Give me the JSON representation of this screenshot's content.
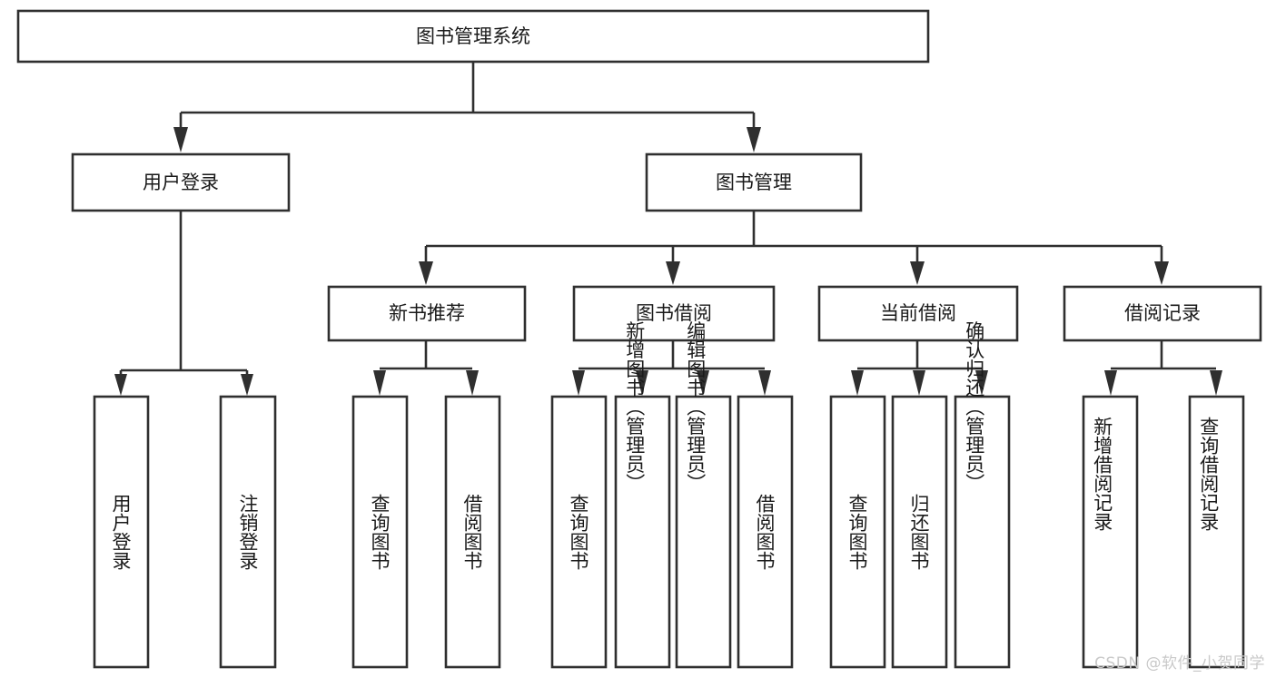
{
  "diagram": {
    "type": "tree",
    "title": "图书管理系统",
    "orientation": "top-down",
    "root": {
      "id": "root",
      "label": "图书管理系统"
    },
    "level2": [
      {
        "id": "user-login",
        "label": "用户登录"
      },
      {
        "id": "book-manage",
        "label": "图书管理"
      }
    ],
    "level3": [
      {
        "id": "new-book-recommend",
        "label": "新书推荐",
        "parent": "book-manage"
      },
      {
        "id": "book-borrow",
        "label": "图书借阅",
        "parent": "book-manage"
      },
      {
        "id": "current-borrow",
        "label": "当前借阅",
        "parent": "book-manage"
      },
      {
        "id": "borrow-record",
        "label": "借阅记录",
        "parent": "book-manage"
      }
    ],
    "leaves": [
      {
        "id": "leaf-user-login",
        "label": "用户登录",
        "parent": "user-login"
      },
      {
        "id": "leaf-user-logout",
        "label": "注销登录",
        "parent": "user-login"
      },
      {
        "id": "leaf-query-book-1",
        "label": "查询图书",
        "parent": "new-book-recommend"
      },
      {
        "id": "leaf-borrow-book-1",
        "label": "借阅图书",
        "parent": "new-book-recommend"
      },
      {
        "id": "leaf-query-book-2",
        "label": "查询图书",
        "parent": "book-borrow"
      },
      {
        "id": "leaf-add-book",
        "label": "新增图书（管理员）",
        "parent": "book-borrow"
      },
      {
        "id": "leaf-edit-book",
        "label": "编辑图书（管理员）",
        "parent": "book-borrow"
      },
      {
        "id": "leaf-borrow-book-2",
        "label": "借阅图书",
        "parent": "book-borrow"
      },
      {
        "id": "leaf-query-book-3",
        "label": "查询图书",
        "parent": "current-borrow"
      },
      {
        "id": "leaf-return-book",
        "label": "归还图书",
        "parent": "current-borrow"
      },
      {
        "id": "leaf-confirm-return",
        "label": "确认归还（管理员）",
        "parent": "current-borrow"
      },
      {
        "id": "leaf-add-record",
        "label": "新增借阅记录",
        "parent": "borrow-record"
      },
      {
        "id": "leaf-query-record",
        "label": "查询借阅记录",
        "parent": "borrow-record"
      }
    ],
    "colors": {
      "box_fill": "#ffffff",
      "box_stroke": "#2f2f2f",
      "text": "#1a1a1a",
      "background": "#ffffff",
      "watermark": "#c9c9c9"
    }
  },
  "watermark": {
    "text": "CSDN @软件_小贺同学"
  }
}
